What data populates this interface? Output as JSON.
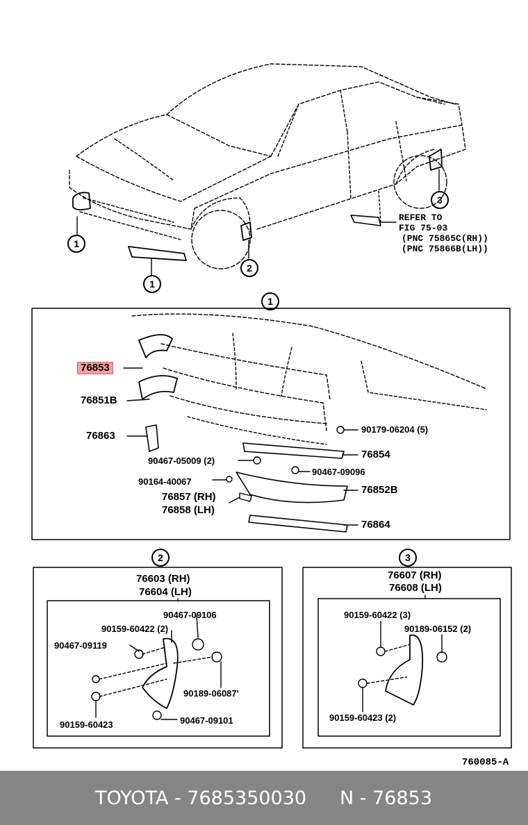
{
  "overview": {
    "callouts": [
      "1",
      "1",
      "2",
      "3"
    ],
    "refer": [
      "REFER TO",
      "FIG 75-03",
      "(PNC 75865C(RH))",
      "(PNC 75866B(LH))"
    ]
  },
  "section1": {
    "number": "1",
    "parts": {
      "p76853": "76853",
      "p76851b": "76851B",
      "p76863": "76863",
      "p90179": "90179-06204 (5)",
      "p76854": "76854",
      "p90467_05009": "90467-05009 (2)",
      "p90467_09096": "90467-09096",
      "p90164": "90164-40067",
      "p76852b": "76852B",
      "p76857": "76857 (RH)",
      "p76858": "76858 (LH)",
      "p76864": "76864"
    }
  },
  "section2": {
    "number": "2",
    "title_rh": "76603 (RH)",
    "title_lh": "76604 (LH)",
    "parts": {
      "a": "90467-09106",
      "b": "90159-60422 (2)",
      "c": "90467-09119",
      "d": "90189-06087'",
      "e": "90159-60423",
      "f": "90467-09101"
    }
  },
  "section3": {
    "number": "3",
    "title_rh": "76607 (RH)",
    "title_lh": "76608 (LH)",
    "parts": {
      "a": "90159-60422 (3)",
      "b": "90189-06152 (2)",
      "c": "90159-60423 (2)"
    }
  },
  "figure_code": "760085-A",
  "footer": {
    "brand_part": "TOYOTA - 7685350030",
    "pnc": "N - 76853"
  },
  "colors": {
    "highlight": "#f6a0a0",
    "footer_bg": "#858585"
  }
}
